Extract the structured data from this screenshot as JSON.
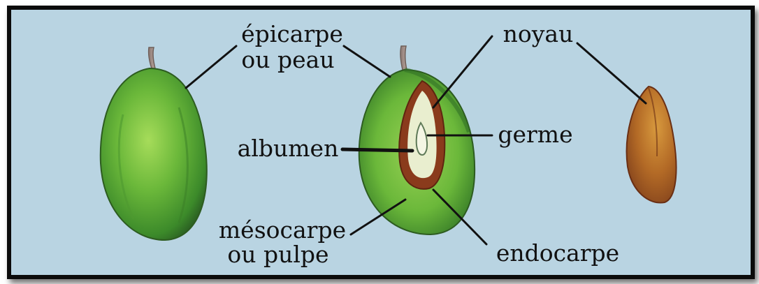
{
  "labels": {
    "epicarpe_line1": "épicarpe",
    "epicarpe_line2": "ou peau",
    "noyau": "noyau",
    "germe": "germe",
    "albumen": "albumen",
    "mesocarpe_line1": "mésocarpe",
    "mesocarpe_line2": "ou pulpe",
    "endocarpe": "endocarpe"
  },
  "colors": {
    "background": "#b9d4e2",
    "fruit_green": "#6bb83a",
    "fruit_dark_green": "#2f6d24",
    "kernel_brown": "#8a3b1c",
    "albumen_cream": "#e9eecf",
    "stone_orange": "#c47a2a",
    "frame": "#0b0b0b"
  }
}
